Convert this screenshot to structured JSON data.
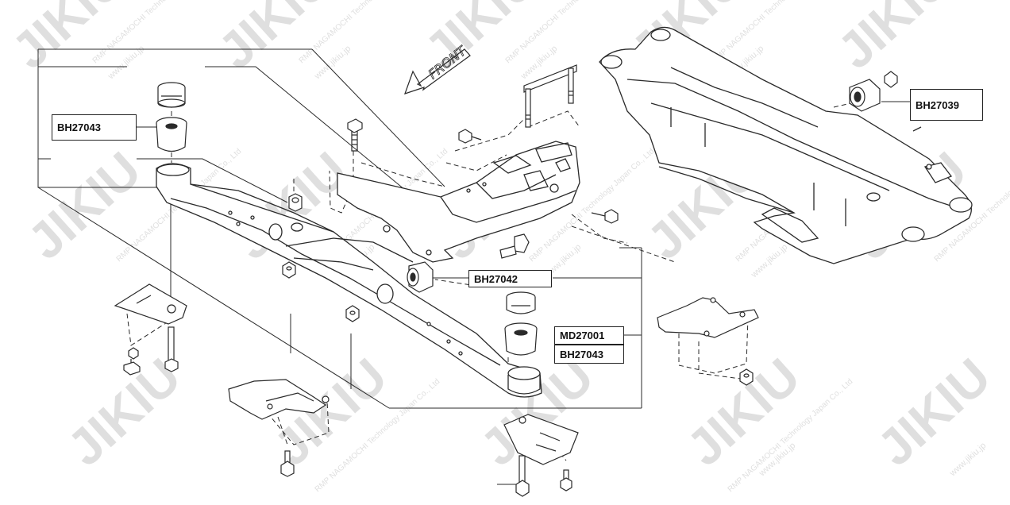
{
  "labels": {
    "bh27043_top": "BH27043",
    "bh27039": "BH27039",
    "bh27042": "BH27042",
    "md27001": "MD27001",
    "bh27043_bottom": "BH27043"
  },
  "front_text": "FRONT",
  "watermark": {
    "logo": "JIKIU",
    "line1": "RMP NAGAMOCHI Technology Japan Co., Ltd",
    "line2": "www.jikiu.jp"
  },
  "colors": {
    "line": "#2a2a2a",
    "watermark": "#d9d9d9",
    "background": "#ffffff"
  }
}
